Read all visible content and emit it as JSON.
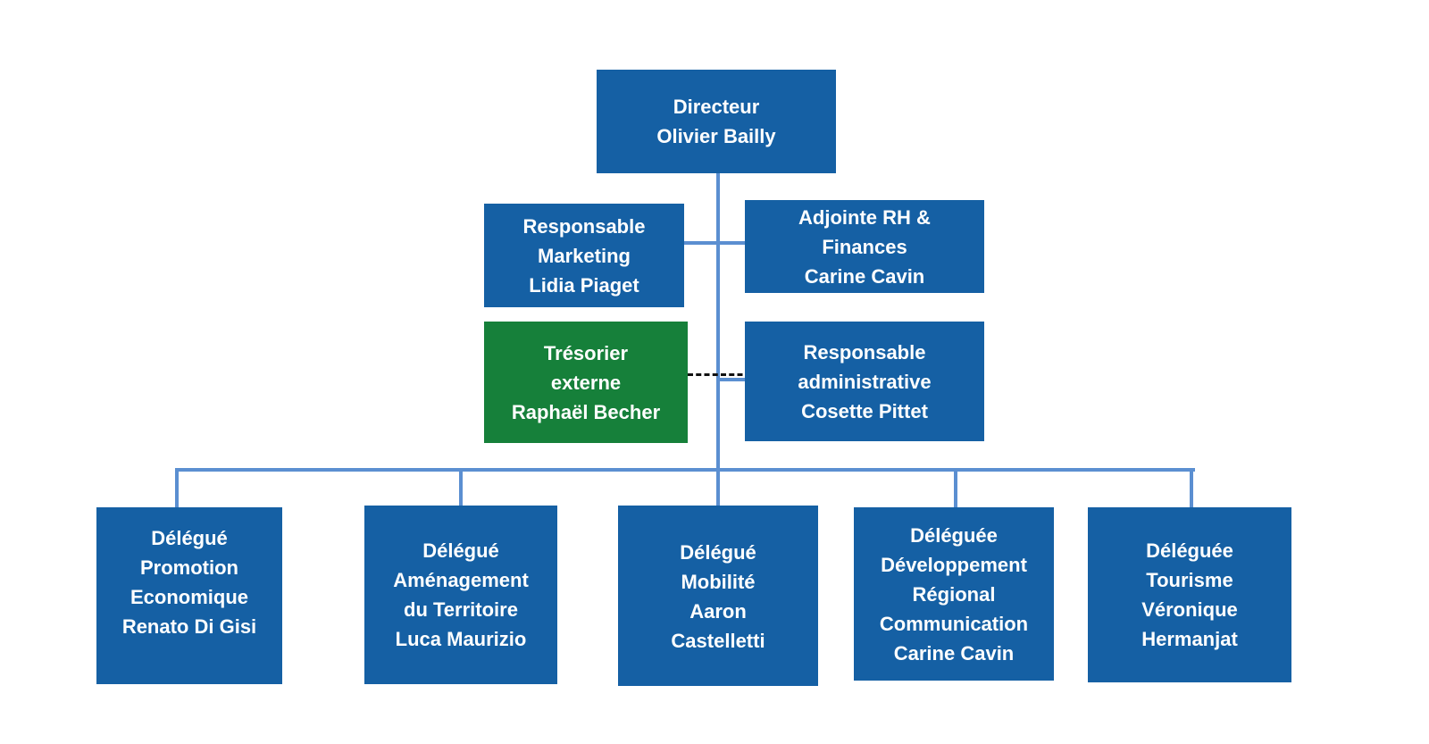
{
  "orgchart": {
    "director": {
      "lines": [
        "Directeur",
        "Olivier Bailly"
      ]
    },
    "staff": {
      "marketing": {
        "lines": [
          "Responsable",
          "Marketing",
          "Lidia Piaget"
        ]
      },
      "hr_finance": {
        "lines": [
          "Adjointe RH &",
          "Finances",
          "Carine Cavin"
        ]
      },
      "treasurer": {
        "lines": [
          "Trésorier",
          "externe",
          "Raphaël Becher"
        ],
        "color": "#16803a",
        "link": "dashed"
      },
      "admin": {
        "lines": [
          "Responsable",
          "administrative",
          "Cosette Pittet"
        ]
      }
    },
    "delegates": [
      {
        "lines": [
          "Délégué",
          "Promotion",
          "Economique",
          "Renato Di Gisi"
        ]
      },
      {
        "lines": [
          "Délégué",
          "Aménagement",
          "du Territoire",
          "Luca Maurizio"
        ]
      },
      {
        "lines": [
          "Délégué",
          "Mobilité",
          "Aaron",
          "Castelletti"
        ]
      },
      {
        "lines": [
          "Déléguée",
          "Développement",
          "Régional",
          "Communication",
          "Carine Cavin"
        ]
      },
      {
        "lines": [
          "Déléguée",
          "Tourisme",
          "Véronique",
          "Hermanjat"
        ]
      }
    ],
    "colors": {
      "box": "#1560a4",
      "external_box": "#16803a",
      "connector": "#5b8fd1",
      "dashed_link": "#111111"
    }
  }
}
